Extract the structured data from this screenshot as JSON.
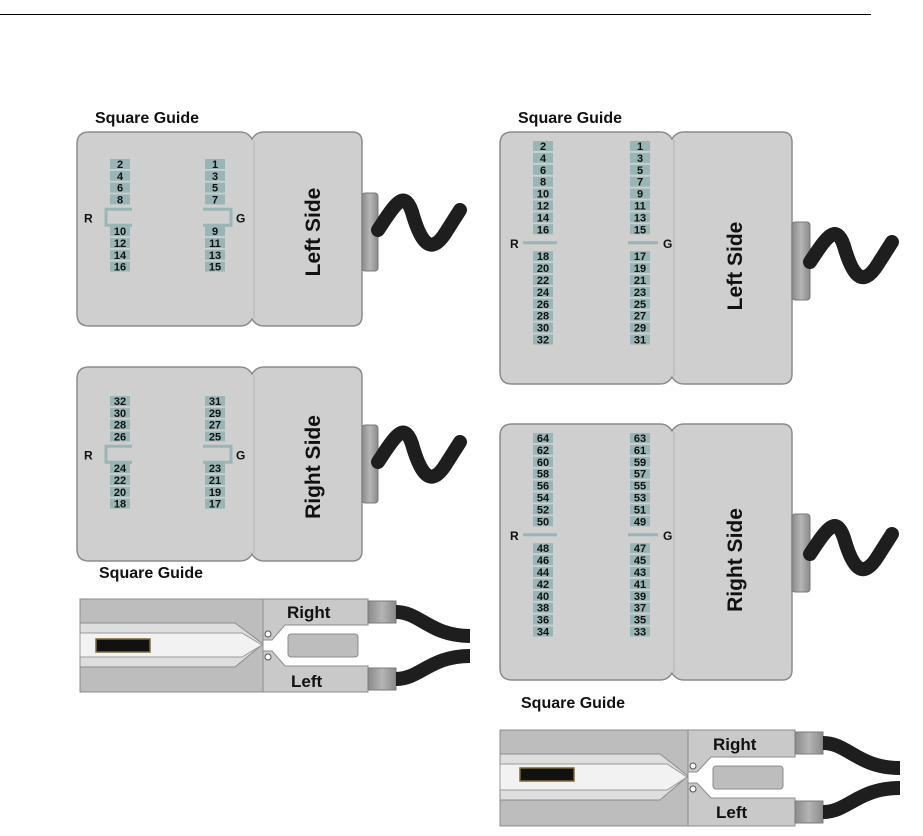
{
  "square_guide_label": "Square Guide",
  "side_labels": {
    "left": "Left Side",
    "right": "Right Side"
  },
  "pin_markers": {
    "r": "R",
    "g": "G"
  },
  "clip_labels": {
    "right": "Right",
    "left": "Left"
  },
  "connectors": [
    {
      "id": "small-left",
      "side_label": "Left Side",
      "left_column_top": [
        "2",
        "4",
        "6",
        "8"
      ],
      "left_column_bottom": [
        "10",
        "12",
        "14",
        "16"
      ],
      "right_column_top": [
        "1",
        "3",
        "5",
        "7"
      ],
      "right_column_bottom": [
        "9",
        "11",
        "13",
        "15"
      ]
    },
    {
      "id": "small-right",
      "side_label": "Right Side",
      "left_column_top": [
        "32",
        "30",
        "28",
        "26"
      ],
      "left_column_bottom": [
        "24",
        "22",
        "20",
        "18"
      ],
      "right_column_top": [
        "31",
        "29",
        "27",
        "25"
      ],
      "right_column_bottom": [
        "23",
        "21",
        "19",
        "17"
      ]
    },
    {
      "id": "large-left",
      "side_label": "Left Side",
      "left_column_top": [
        "2",
        "4",
        "6",
        "8",
        "10",
        "12",
        "14",
        "16"
      ],
      "left_column_bottom": [
        "18",
        "20",
        "22",
        "24",
        "26",
        "28",
        "30",
        "32"
      ],
      "right_column_top": [
        "1",
        "3",
        "5",
        "7",
        "9",
        "11",
        "13",
        "15"
      ],
      "right_column_bottom": [
        "17",
        "19",
        "21",
        "23",
        "25",
        "27",
        "29",
        "31"
      ]
    },
    {
      "id": "large-right",
      "side_label": "Right Side",
      "left_column_top": [
        "64",
        "62",
        "60",
        "58",
        "56",
        "54",
        "52",
        "50"
      ],
      "left_column_bottom": [
        "48",
        "46",
        "44",
        "42",
        "40",
        "38",
        "36",
        "34"
      ],
      "right_column_top": [
        "63",
        "61",
        "59",
        "57",
        "55",
        "53",
        "51",
        "49"
      ],
      "right_column_bottom": [
        "47",
        "45",
        "43",
        "41",
        "39",
        "37",
        "35",
        "33"
      ]
    }
  ],
  "colors": {
    "body_fill": "#cfcfcf",
    "body_stroke": "#8c8c8c",
    "pin_fill": "#98b6b6",
    "cable": "#1e1e1e",
    "text": "#111111"
  }
}
